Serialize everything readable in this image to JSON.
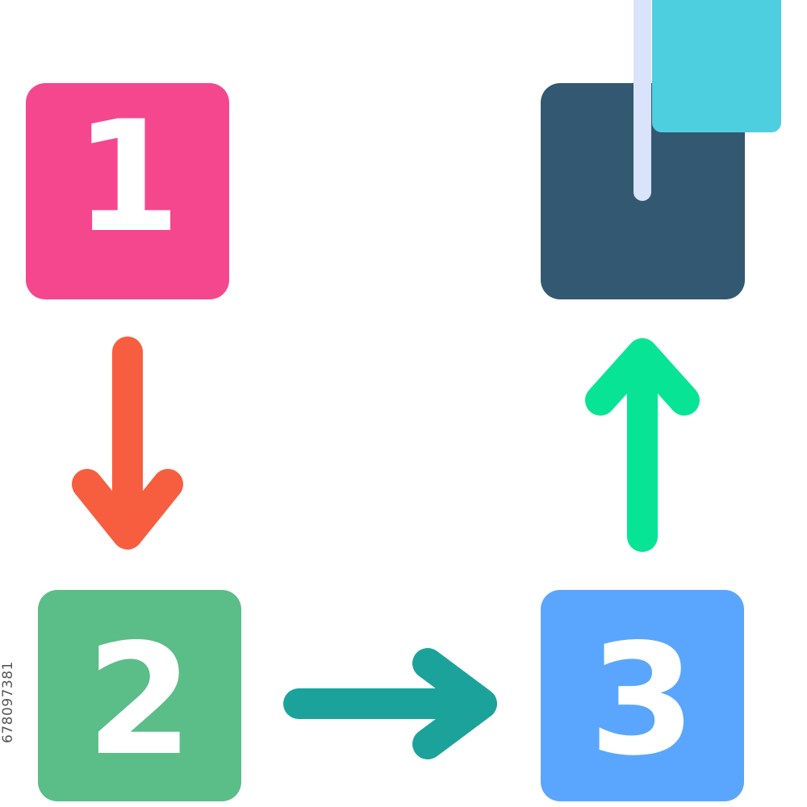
{
  "diagram": {
    "steps": [
      {
        "label": "1",
        "color": "#f5478e"
      },
      {
        "label": "2",
        "color": "#5bbd87"
      },
      {
        "label": "3",
        "color": "#5aa6ff"
      }
    ],
    "goal": {
      "icon": "goal-flag-icon",
      "box_color": "#335872",
      "flag_color": "#4ecfe0",
      "pole_color": "#d9e3fb"
    },
    "arrows": [
      {
        "icon": "arrow-down-icon",
        "color": "#f75e3f"
      },
      {
        "icon": "arrow-right-icon",
        "color": "#1ba39b"
      },
      {
        "icon": "arrow-up-icon",
        "color": "#08e496"
      }
    ]
  },
  "stock_id": "678097381"
}
